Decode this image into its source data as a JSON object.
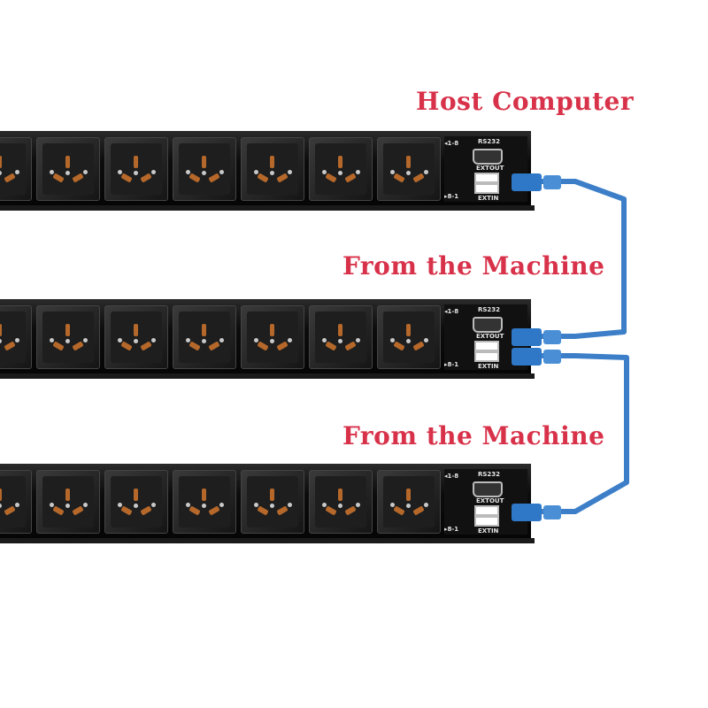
{
  "labels": {
    "host": "Host Computer",
    "machine_1": "From the Machine",
    "machine_2": "From the Machine"
  },
  "panel_text": {
    "rs232": "RS232",
    "ch_up": "◂1-8",
    "ch_down": "▸8-1",
    "extout": "EXTOUT",
    "extin": "EXTIN"
  },
  "colors": {
    "label": "#d8324a",
    "cable": "#3c7fc8"
  },
  "units": [
    {
      "name": "pdu-1"
    },
    {
      "name": "pdu-2"
    },
    {
      "name": "pdu-3"
    }
  ],
  "outlets_per_unit_visible": 8
}
